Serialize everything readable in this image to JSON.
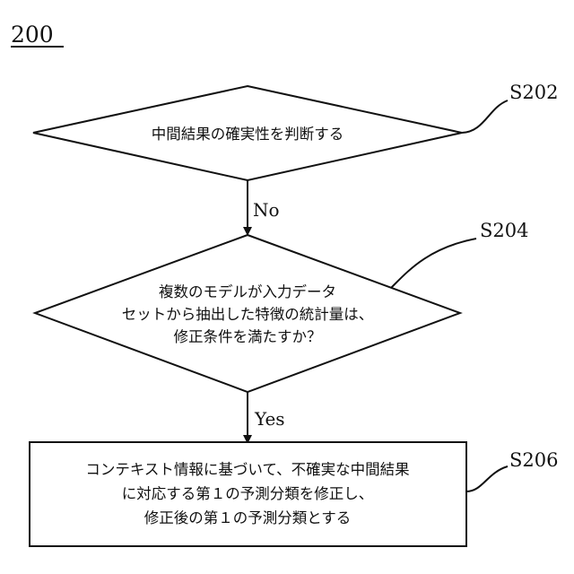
{
  "figure": {
    "number": "200"
  },
  "steps": [
    {
      "id": "S202",
      "shape": "decision",
      "lines": [
        "中間結果の確実性を判断する"
      ]
    },
    {
      "id": "S204",
      "shape": "decision",
      "lines": [
        "複数のモデルが入力データ",
        "セットから抽出した特徴の統計量は、",
        "修正条件を満たすか？"
      ]
    },
    {
      "id": "S206",
      "shape": "process",
      "lines": [
        "コンテキスト情報に基づいて、不確実な中間結果",
        "に対応する第１の予測分類を修正し、",
        "修正後の第１の予測分類とする"
      ]
    }
  ],
  "branches": {
    "s202_to_s204": "No",
    "s204_to_s206": "Yes"
  },
  "colors": {
    "stroke": "#111111",
    "background": "#ffffff"
  }
}
